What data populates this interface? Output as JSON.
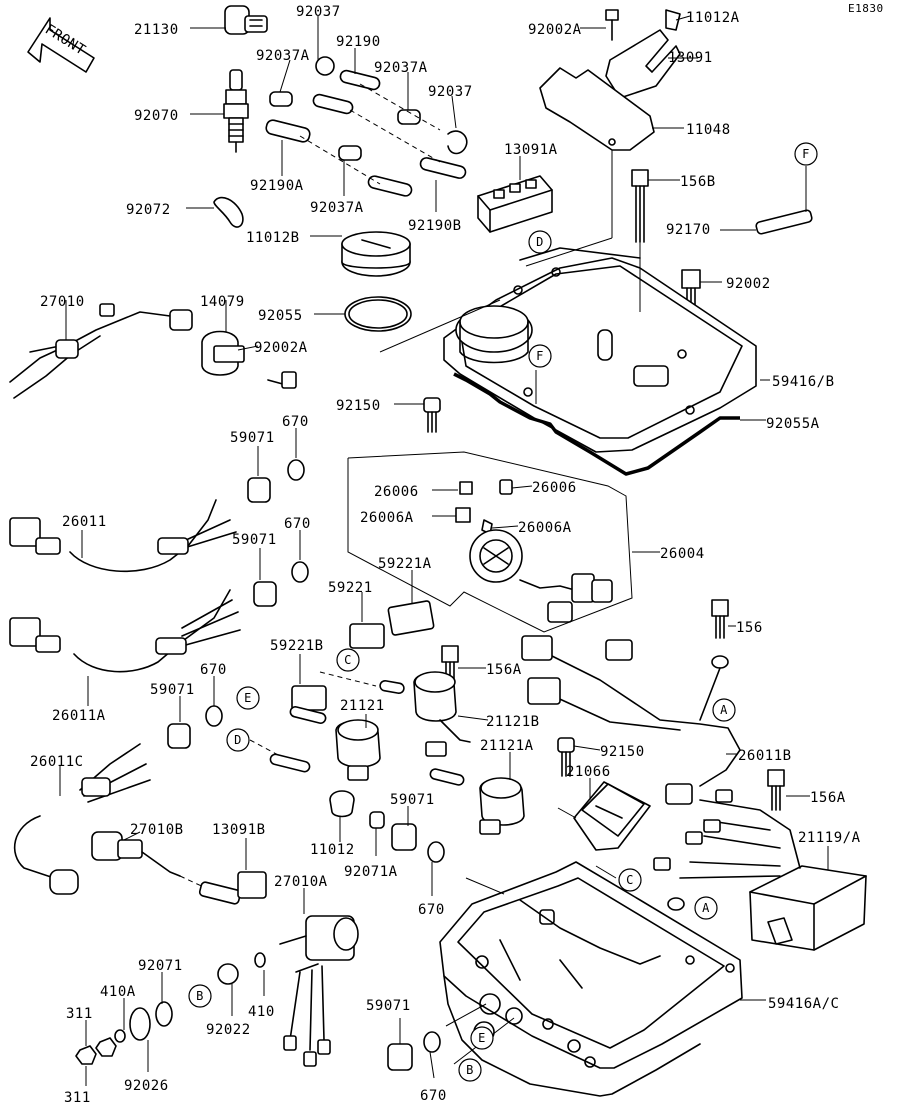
{
  "diagram_code": "E1830",
  "front_label": "FRONT",
  "callouts": [
    "A",
    "B",
    "C",
    "D",
    "E",
    "F"
  ],
  "parts": [
    "21130",
    "92037",
    "92037A",
    "92190",
    "92037A",
    "92037",
    "92002A",
    "11012A",
    "13091",
    "11048",
    "13091A",
    "92070",
    "92190A",
    "92037A",
    "92190B",
    "92072",
    "156B",
    "92170",
    "11012B",
    "92002",
    "27010",
    "14079",
    "92055",
    "92002A",
    "59416/B",
    "92150",
    "92055A",
    "670",
    "59071",
    "26006",
    "26006",
    "26011",
    "26006A",
    "26006A",
    "670",
    "26004",
    "59071",
    "59221A",
    "59221",
    "156",
    "26011A",
    "59221B",
    "156A",
    "670",
    "59071",
    "21121B",
    "21121",
    "21121A",
    "92150",
    "26011B",
    "26011C",
    "21066",
    "156A",
    "59071",
    "11012",
    "27010B",
    "13091B",
    "92071A",
    "21119/A",
    "670",
    "27010A",
    "92071",
    "410A",
    "311",
    "410",
    "92022",
    "92026",
    "311",
    "59071",
    "59416A/C",
    "670"
  ]
}
